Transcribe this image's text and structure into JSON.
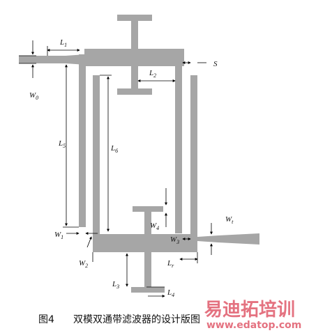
{
  "colors": {
    "metal": "#a6a6a6",
    "line": "#000000",
    "watermark": "#e05a6b"
  },
  "labels": {
    "L1": "L",
    "L1s": "1",
    "L2": "L",
    "L2s": "2",
    "L3": "L",
    "L3s": "3",
    "L4": "L",
    "L4s": "4",
    "L5": "L",
    "L5s": "5",
    "L6": "L",
    "L6s": "6",
    "Lr": "L",
    "Lrs": "r",
    "S": "S",
    "W0": "W",
    "W0s": "0",
    "W1": "W",
    "W1s": "1",
    "W2": "W",
    "W2s": "2",
    "W3": "W",
    "W3s": "3",
    "W4": "W",
    "W4s": "4",
    "Wt": "W",
    "Wts": "t"
  },
  "caption": {
    "figure_no": "图4",
    "title": "双模双通带滤波器的设计版图"
  },
  "watermark": {
    "brand": "易迪拓培训",
    "url": "www.edatop.com"
  }
}
